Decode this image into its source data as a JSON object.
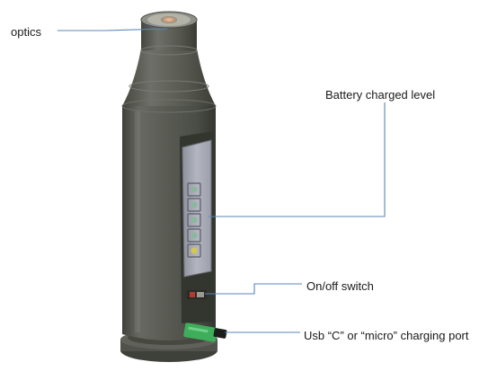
{
  "callouts": {
    "optics": "optics",
    "battery": "Battery charged level",
    "switch": "On/off switch",
    "usb": "Usb “C” or “micro” charging  port"
  },
  "colors": {
    "body": "#55574f",
    "body_dark": "#3b3d37",
    "body_light": "#8a8c85",
    "panel": "#a9abb7",
    "leader_line": "#5b86b8",
    "indicator_yellow": "#d6c94a",
    "indicator_green": "#8ab89a",
    "usb_green": "#3fae5b"
  }
}
